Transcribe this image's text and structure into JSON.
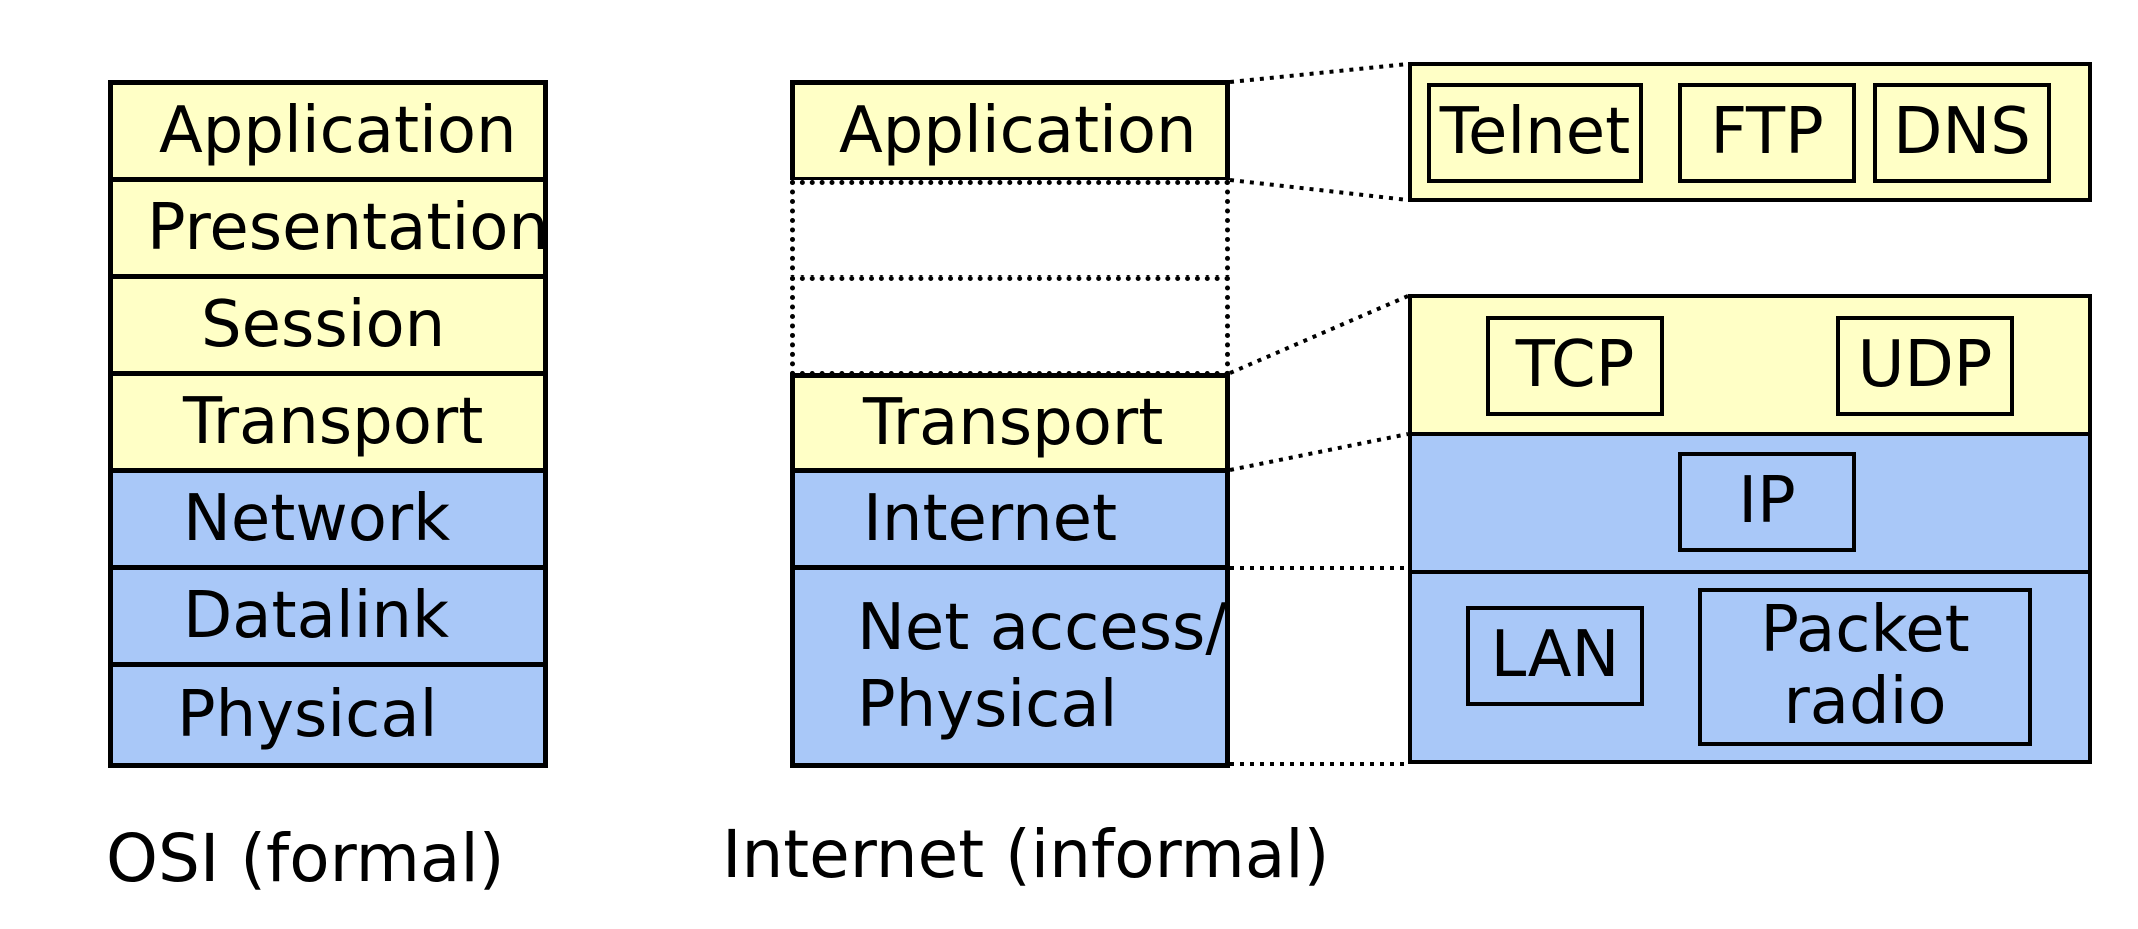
{
  "osi": {
    "caption": "OSI (formal)",
    "layers": [
      "Application",
      "Presentation",
      "Session",
      "Transport",
      "Network",
      "Datalink",
      "Physical"
    ]
  },
  "internet": {
    "caption": "Internet (informal)",
    "layers": {
      "application": "Application",
      "transport": "Transport",
      "internet": "Internet",
      "net_access_line1": "Net access/",
      "net_access_line2": "Physical"
    }
  },
  "protocols": {
    "application": [
      "Telnet",
      "FTP",
      "DNS"
    ],
    "transport": [
      "TCP",
      "UDP"
    ],
    "internet": [
      "IP"
    ],
    "link": [
      "LAN",
      "Packet radio"
    ]
  },
  "colors": {
    "upper_layer": "#ffffc6",
    "lower_layer": "#a9c8f8"
  }
}
